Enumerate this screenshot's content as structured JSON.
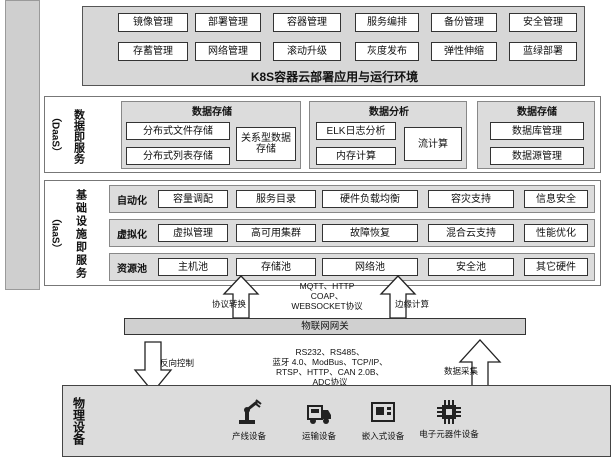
{
  "k8s": {
    "title": "K8S容器云部署应用与运行环境",
    "row1": [
      "镜像管理",
      "部署管理",
      "容器管理",
      "服务编排",
      "备份管理",
      "安全管理"
    ],
    "row2": [
      "存蓄管理",
      "网络管理",
      "滚动升级",
      "灰度发布",
      "弹性伸缩",
      "蓝绿部署"
    ]
  },
  "daas": {
    "side_label": "数据即服务",
    "side_tag": "（DaaS）",
    "sections": [
      {
        "title": "数据存储",
        "items": [
          "分布式文件存储",
          "分布式列表存储",
          "关系型数据存储"
        ]
      },
      {
        "title": "数据分析",
        "items": [
          "ELK日志分析",
          "内存计算",
          "流计算"
        ]
      },
      {
        "title": "数据存储",
        "items": [
          "数据库管理",
          "数据源管理"
        ]
      }
    ]
  },
  "iaas": {
    "side_label": "基础设施即服务",
    "side_tag": "（IaaS）",
    "rows": [
      {
        "label": "自动化",
        "items": [
          "容量调配",
          "服务目录",
          "硬件负载均衡",
          "容灾支持",
          "信息安全"
        ]
      },
      {
        "label": "虚拟化",
        "items": [
          "虚拟管理",
          "高可用集群",
          "故障恢复",
          "混合云支持",
          "性能优化"
        ]
      },
      {
        "label": "资源池",
        "items": [
          "主机池",
          "存储池",
          "网络池",
          "安全池",
          "其它硬件"
        ]
      }
    ]
  },
  "middle": {
    "protocol_convert": "协议转换",
    "edge_compute": "边缘计算",
    "protocols_top": [
      "MQTT、HTTP",
      "COAP、",
      "WEBSOCKET协议"
    ],
    "gateway": "物联网网关",
    "reverse_control": "反向控制",
    "data_collect": "数据采集",
    "protocols_bottom": [
      "RS232、RS485、",
      "蓝牙 4.0、ModBus、TCP/IP、",
      "RTSP、HTTP、CAN 2.0B、",
      "ADC协议"
    ]
  },
  "physical": {
    "side_label": "物理设备",
    "devices": [
      {
        "icon": "robot-arm-icon",
        "label": "产线设备"
      },
      {
        "icon": "truck-icon",
        "label": "运输设备"
      },
      {
        "icon": "embedded-board-icon",
        "label": "嵌入式设备"
      },
      {
        "icon": "chip-icon",
        "label": "电子元器件设备"
      }
    ]
  }
}
